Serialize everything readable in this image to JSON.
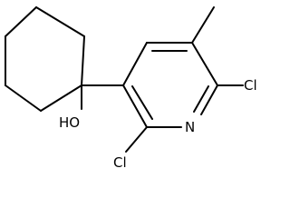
{
  "molecule": {
    "labels": {
      "cl_top": "Cl",
      "cl_bottom": "Cl",
      "nitrogen": "N",
      "hydroxyl": "HO"
    },
    "colors": {
      "bond": "#000000",
      "text": "#000000",
      "background": "#ffffff"
    }
  }
}
